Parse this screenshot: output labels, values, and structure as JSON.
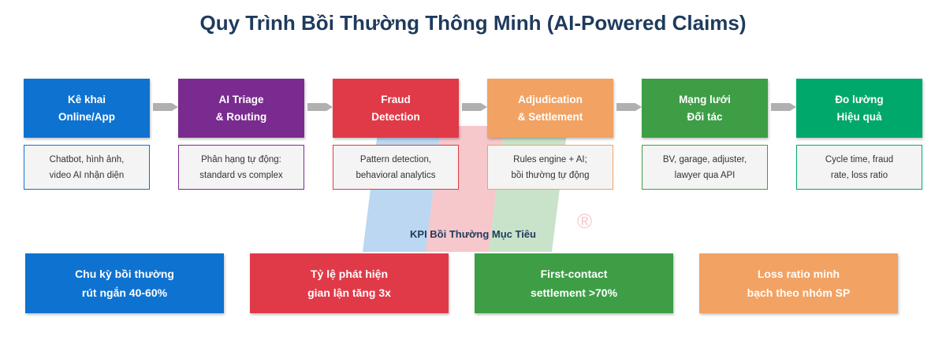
{
  "title": "Quy Trình Bồi Thường Thông Minh (AI-Powered Claims)",
  "watermark": {
    "symbol": "®"
  },
  "steps": [
    {
      "line1": "Kê khai",
      "line2": "Online/App",
      "color": "#0e72d0",
      "desc1": "Chatbot, hình ảnh,",
      "desc2": "video AI nhận diện"
    },
    {
      "line1": "AI Triage",
      "line2": "& Routing",
      "color": "#7a2b8f",
      "desc1": "Phân hạng tự động:",
      "desc2": "standard vs complex"
    },
    {
      "line1": "Fraud",
      "line2": "Detection",
      "color": "#e03a48",
      "desc1": "Pattern detection,",
      "desc2": "behavioral analytics"
    },
    {
      "line1": "Adjudication",
      "line2": "& Settlement",
      "color": "#f2a262",
      "desc1": "Rules engine + AI;",
      "desc2": "bồi thường tự động"
    },
    {
      "line1": "Mạng lưới",
      "line2": "Đối tác",
      "color": "#3d9e46",
      "desc1": "BV, garage, adjuster,",
      "desc2": "lawyer qua API"
    },
    {
      "line1": "Đo lường",
      "line2": "Hiệu quả",
      "color": "#00a86b",
      "desc1": "Cycle time, fraud",
      "desc2": "rate, loss ratio"
    }
  ],
  "kpi_heading": "KPI Bồi Thường Mục Tiêu",
  "kpis": [
    {
      "line1": "Chu kỳ bồi thường",
      "line2": "rút ngắn 40-60%",
      "color": "#0e72d0"
    },
    {
      "line1": "Tỷ lệ phát hiện",
      "line2": "gian lận tăng 3x",
      "color": "#e03a48"
    },
    {
      "line1": "First-contact",
      "line2": "settlement >70%",
      "color": "#3d9e46"
    },
    {
      "line1": "Loss ratio minh",
      "line2": "bạch theo nhóm SP",
      "color": "#f2a262"
    }
  ]
}
